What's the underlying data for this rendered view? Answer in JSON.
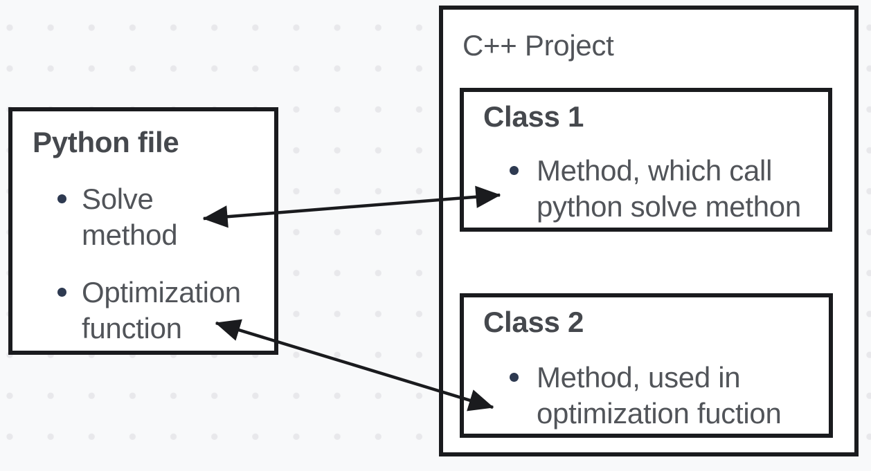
{
  "canvas": {
    "background_color": "#f8f9fa",
    "grid_dot_color": "#e8e8eb",
    "box_background": "#ffffff",
    "border_color": "#1a1b1e",
    "arrow_color": "#1a1b1e",
    "text_color": "#515459",
    "title_color": "#45484d",
    "bullet_color": "#2e3a51"
  },
  "python_file": {
    "title": "Python file",
    "items": [
      {
        "text": "Solve\nmethod"
      },
      {
        "text": "Optimization\nfunction"
      }
    ]
  },
  "cpp_project": {
    "title": "C++ Project",
    "classes": [
      {
        "title": "Class 1",
        "items": [
          {
            "text": "Method, which call\npython solve methon"
          }
        ]
      },
      {
        "title": "Class 2",
        "items": [
          {
            "text": "Method, used in\noptimization fuction"
          }
        ]
      }
    ]
  },
  "arrows": [
    {
      "from": "Python file: Solve method",
      "to": "C++ Project: Class 1 method",
      "bidirectional": true
    },
    {
      "from": "Python file: Optimization function",
      "to": "C++ Project: Class 2 method",
      "bidirectional": true
    }
  ]
}
